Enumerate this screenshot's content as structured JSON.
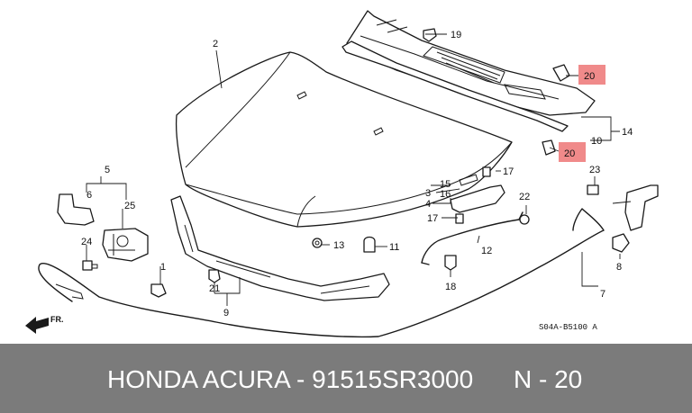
{
  "diagram": {
    "callouts": {
      "c1": "1",
      "c2": "2",
      "c3": "3",
      "c4": "4",
      "c5": "5",
      "c6": "6",
      "c7": "7",
      "c8": "8",
      "c9": "9",
      "c10": "10",
      "c11": "11",
      "c12": "12",
      "c13": "13",
      "c14": "14",
      "c15": "15",
      "c16": "16",
      "c17a": "17",
      "c17b": "17",
      "c18": "18",
      "c19": "19",
      "c20a": "20",
      "c20b": "20",
      "c21": "21",
      "c22": "22",
      "c23": "23",
      "c24": "24",
      "c25": "25"
    },
    "highlight_color": "#f08a8a",
    "direction_label": "FR.",
    "drawing_code": "S04A-B5100 A"
  },
  "footer": {
    "part_text": "HONDA ACURA - 91515SR3000",
    "qty_text": "N - 20",
    "background": "#7b7b7b"
  }
}
